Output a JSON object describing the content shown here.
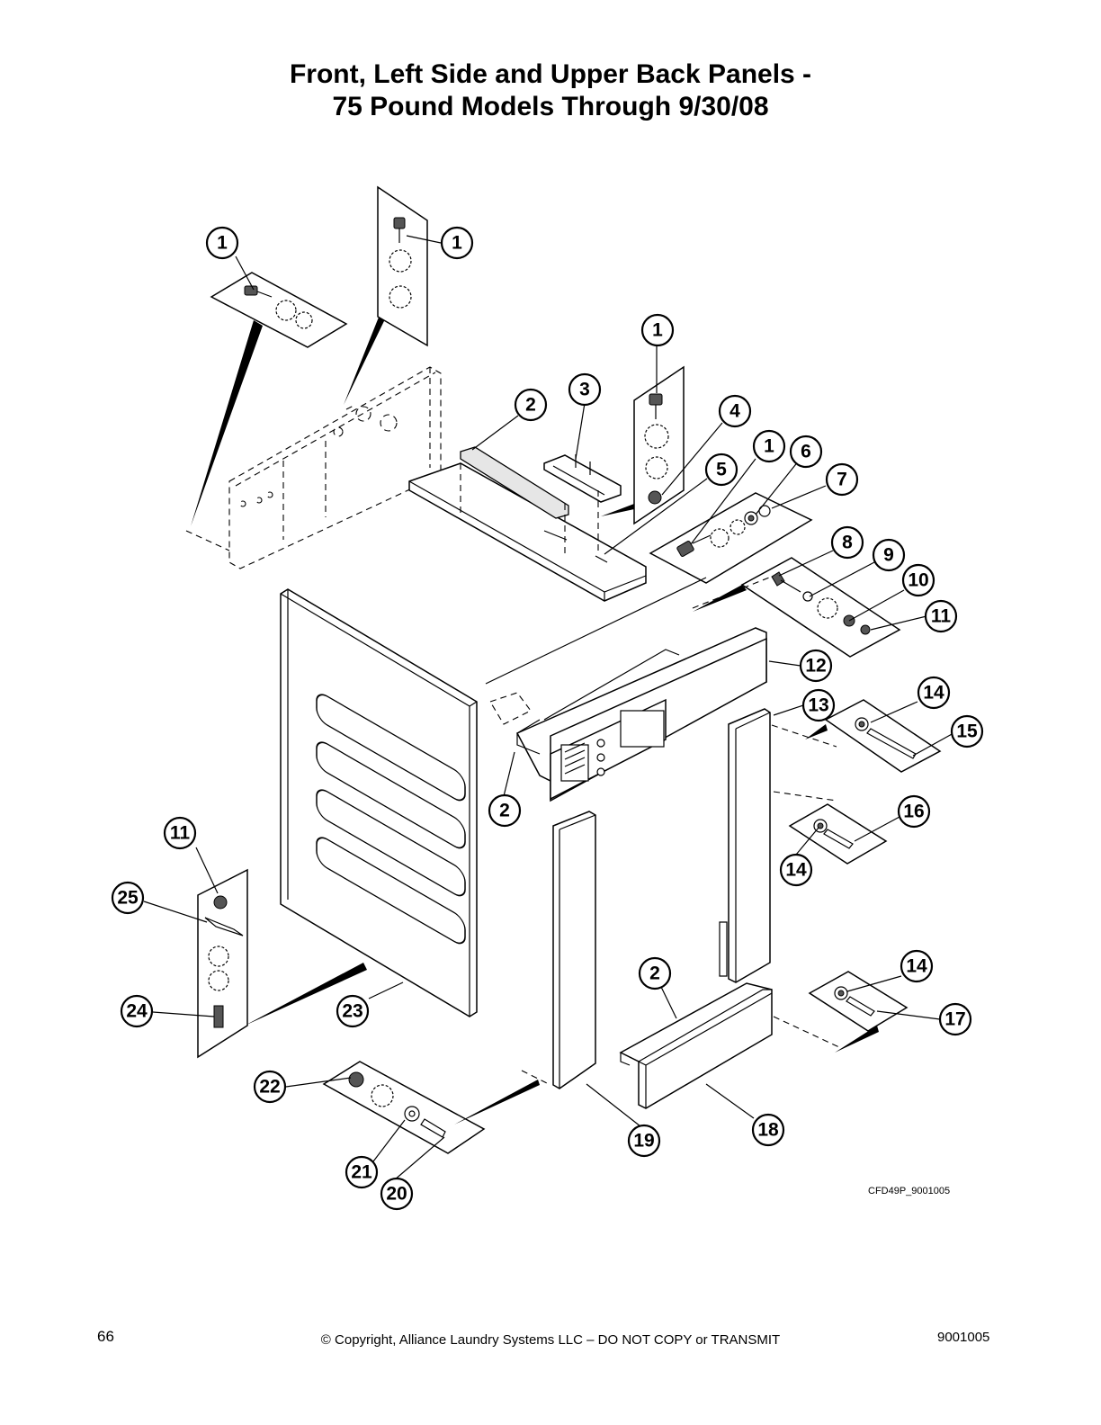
{
  "title": {
    "line1": "Front, Left Side and Upper Back Panels -",
    "line2": "75 Pound Models Through 9/30/08"
  },
  "drawing_ref": "CFD49P_9001005",
  "footer": {
    "page_number": "66",
    "copyright": "© Copyright, Alliance Laundry Systems LLC – DO NOT COPY or TRANSMIT",
    "doc_number": "9001005"
  },
  "callouts": [
    "1",
    "1",
    "1",
    "1",
    "2",
    "3",
    "4",
    "5",
    "6",
    "7",
    "8",
    "9",
    "10",
    "11",
    "12",
    "13",
    "2",
    "14",
    "15",
    "16",
    "14",
    "11",
    "25",
    "24",
    "23",
    "2",
    "14",
    "17",
    "22",
    "21",
    "20",
    "19",
    "18"
  ]
}
